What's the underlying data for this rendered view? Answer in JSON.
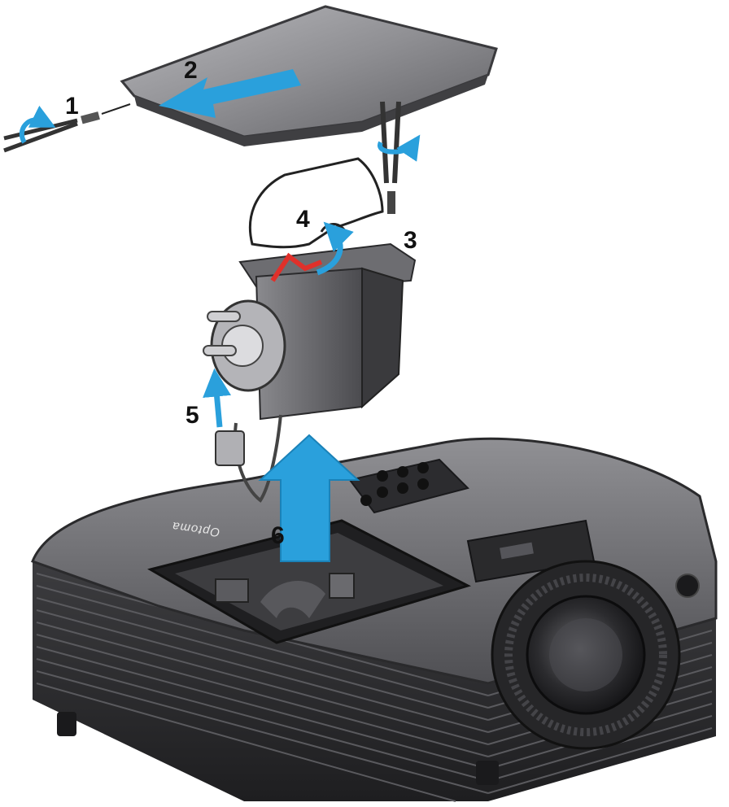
{
  "steps": [
    {
      "number": "1",
      "description": "remove cover screw"
    },
    {
      "number": "2",
      "description": "slide off lamp cover"
    },
    {
      "number": "3",
      "description": "unscrew lamp module"
    },
    {
      "number": "4",
      "description": "lift lamp handle"
    },
    {
      "number": "5",
      "description": "disconnect lamp cable"
    },
    {
      "number": "6",
      "description": "pull lamp module out"
    }
  ],
  "brand_logo": "Optoma",
  "colors": {
    "arrow": "#2aa0dc",
    "handle": "#e0302a",
    "body": "#4a4a4d",
    "cover": "#8e8e92"
  }
}
